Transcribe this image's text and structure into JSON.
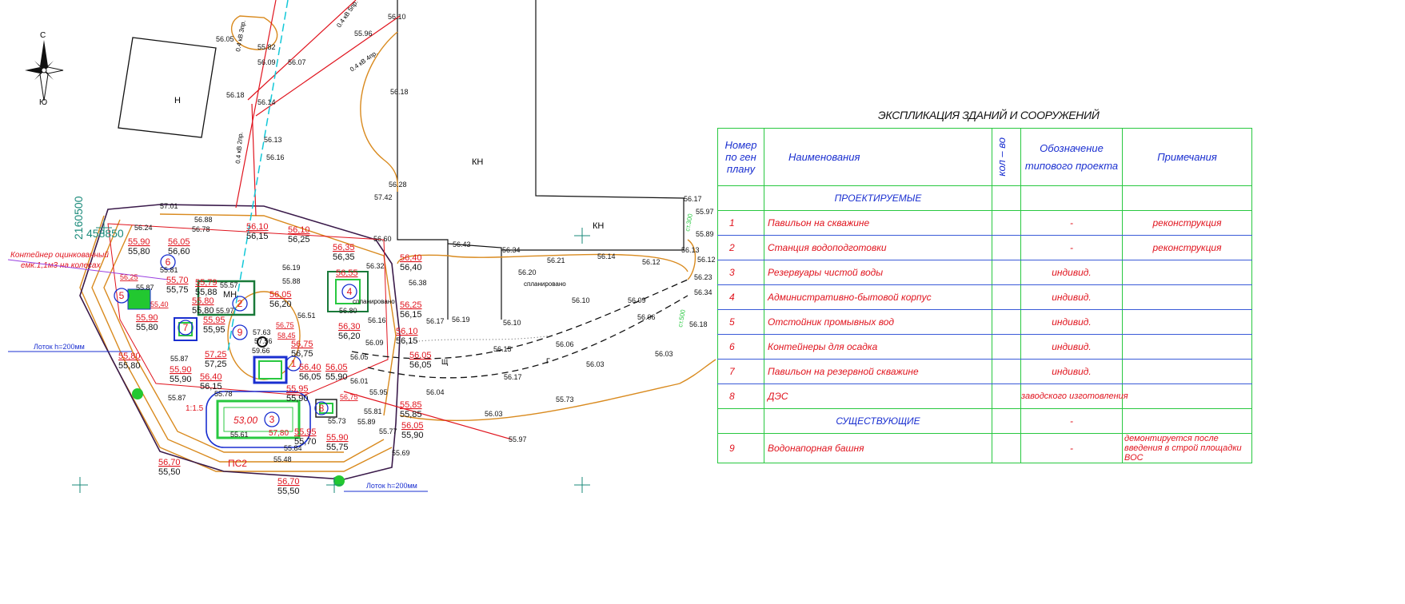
{
  "explication": {
    "title": "ЭКСПЛИКАЦИЯ ЗДАНИЙ И СООРУЖЕНИЙ",
    "headers": {
      "number": "Номер по ген плану",
      "name": "Наименования",
      "qty": "кол – во",
      "designation": "Обозначение типового проекта",
      "notes": "Примечания"
    },
    "section_projected": "ПРОЕКТИРУЕМЫЕ",
    "section_existing": "СУЩЕСТВУЮЩИЕ",
    "section_existing_designation": "-",
    "rows": [
      {
        "num": "1",
        "name": "Павильон на скважине",
        "qty": "",
        "designation": "-",
        "notes": "реконструкция"
      },
      {
        "num": "2",
        "name": "Станция водоподготовки",
        "qty": "",
        "designation": "-",
        "notes": "реконструкция"
      },
      {
        "num": "3",
        "name": "Резервуары чистой воды",
        "qty": "",
        "designation": "индивид.",
        "notes": ""
      },
      {
        "num": "4",
        "name": "Административно-бытовой корпус",
        "qty": "",
        "designation": "индивид.",
        "notes": ""
      },
      {
        "num": "5",
        "name": "Отстойник промывных вод",
        "qty": "",
        "designation": "индивид.",
        "notes": ""
      },
      {
        "num": "6",
        "name": "Контейнеры для осадка",
        "qty": "",
        "designation": "индивид.",
        "notes": ""
      },
      {
        "num": "7",
        "name": "Павильон на резервной скважине",
        "qty": "",
        "designation": "индивид.",
        "notes": ""
      },
      {
        "num": "8",
        "name": "ДЭС",
        "qty": "",
        "designation": "заводского изготовления",
        "notes": ""
      }
    ],
    "existing_rows": [
      {
        "num": "9",
        "name": "Водонапорная башня",
        "qty": "",
        "designation": "-",
        "notes": "демонтируется после введения в строй площадки ВОС"
      }
    ]
  },
  "map": {
    "compass": {
      "north": "С",
      "south": "Ю"
    },
    "building_labels": {
      "h": "Н",
      "kh1": "КН",
      "kh2": "КН",
      "mn": "МН",
      "ps2": "ПС2"
    },
    "coords": {
      "northing": "2160500",
      "easting": "458850"
    },
    "annotations": {
      "container_1": "Контейнер оцинкованный",
      "container_2": "емк.1,1м3 на колесах",
      "tray_left": "Лоток h=200мм",
      "tray_bottom": "Лоток h=200мм",
      "slope": "1:1.5",
      "graded_1": "спланировано",
      "graded_2": "спланировано",
      "st300": "ст.300",
      "st500": "ст.500",
      "shch": "Щ",
      "g": "Г",
      "line_04_3": "0.4 кВ 3пр.",
      "line_04_5": "0.4 кВ 5пр.",
      "line_04_4": "0.4 кВ 4пр.",
      "line_04_2": "0.4 кВ 2пр.",
      "tank_bottom": "53,00",
      "tank_top": "57,80"
    },
    "structure_numbers": [
      "1",
      "2",
      "3",
      "4",
      "5",
      "6",
      "7",
      "8",
      "9"
    ],
    "spot_elevations": [
      "56.05",
      "55.82",
      "56.09",
      "56.07",
      "55.96",
      "56.18",
      "56.18",
      "56.14",
      "56.10",
      "56.13",
      "56.16",
      "56.28",
      "57.42",
      "56.60",
      "56.43",
      "56.34",
      "56.17",
      "56.19",
      "56.10",
      "56.21",
      "56.14",
      "56.12",
      "56.20",
      "56.10",
      "56.09",
      "56.06",
      "56.15",
      "56.06",
      "56.03",
      "56.03",
      "56.17",
      "56.03",
      "55.97",
      "56.17",
      "55.97",
      "55.89",
      "56.13",
      "56.12",
      "56.23",
      "56.34",
      "56.18",
      "57.01",
      "56.88",
      "56.78",
      "56.24",
      "55.81",
      "55.87",
      "55.87",
      "55.87",
      "55.78",
      "55.84",
      "55.61",
      "55.48",
      "55.69",
      "56.38",
      "56.32",
      "56.19",
      "56.51",
      "55.88",
      "55.57",
      "55.97",
      "57.63",
      "57.56",
      "59.66",
      "56.05",
      "56.01",
      "55.95",
      "55.81",
      "55.89",
      "55.77",
      "55.73",
      "56.04",
      "56.09",
      "56.16",
      "56.80",
      "55.73"
    ],
    "design_elevations": [
      {
        "red": "55,90",
        "black": "55,80"
      },
      {
        "red": "56,05",
        "black": "56,60"
      },
      {
        "red": "56,10",
        "black": "56,15"
      },
      {
        "red": "56,10",
        "black": "56,25"
      },
      {
        "red": "56,35",
        "black": "56,35"
      },
      {
        "red": "56,55",
        "black": ""
      },
      {
        "red": "56,40",
        "black": "56,40"
      },
      {
        "red": "55,70",
        "black": "55,75"
      },
      {
        "red": "55,79",
        "black": "55,88"
      },
      {
        "red": "55,80",
        "black": "55,80"
      },
      {
        "red": "55,95",
        "black": "55,95"
      },
      {
        "red": "56,05",
        "black": "56,20"
      },
      {
        "red": "56,25",
        "black": "56,15"
      },
      {
        "red": "56,30",
        "black": "56,20"
      },
      {
        "red": "56,10",
        "black": "56,15"
      },
      {
        "red": "55,90",
        "black": "55,80"
      },
      {
        "red": "55,80",
        "black": "55,80"
      },
      {
        "red": "55,90",
        "black": "55,90"
      },
      {
        "red": "57,25",
        "black": "57,25"
      },
      {
        "red": "56,75",
        "black": "56,75"
      },
      {
        "red": "56,40",
        "black": "56,15"
      },
      {
        "red": "56,40",
        "black": "56,05"
      },
      {
        "red": "56,05",
        "black": "55,90"
      },
      {
        "red": "55,95",
        "black": "55,90"
      },
      {
        "red": "56,05",
        "black": "56,05"
      },
      {
        "red": "55,85",
        "black": "55,85"
      },
      {
        "red": "56,05",
        "black": "55,90"
      },
      {
        "red": "55,95",
        "black": "55,70"
      },
      {
        "red": "55,90",
        "black": "55,75"
      },
      {
        "red": "56,70",
        "black": "55,50"
      },
      {
        "red": "56,70",
        "black": "55,50"
      },
      {
        "red": "56,25",
        "black": ""
      },
      {
        "red": "55,40",
        "black": ""
      },
      {
        "red": "56,75",
        "black": ""
      },
      {
        "red": "58,45",
        "black": ""
      },
      {
        "red": "56,75",
        "black": ""
      }
    ],
    "colors": {
      "table_border": "#28c840",
      "red": "#e0141e",
      "blue": "#1a2fd0",
      "contour": "#d98a1e",
      "boundary": "#3a1a4a"
    }
  }
}
